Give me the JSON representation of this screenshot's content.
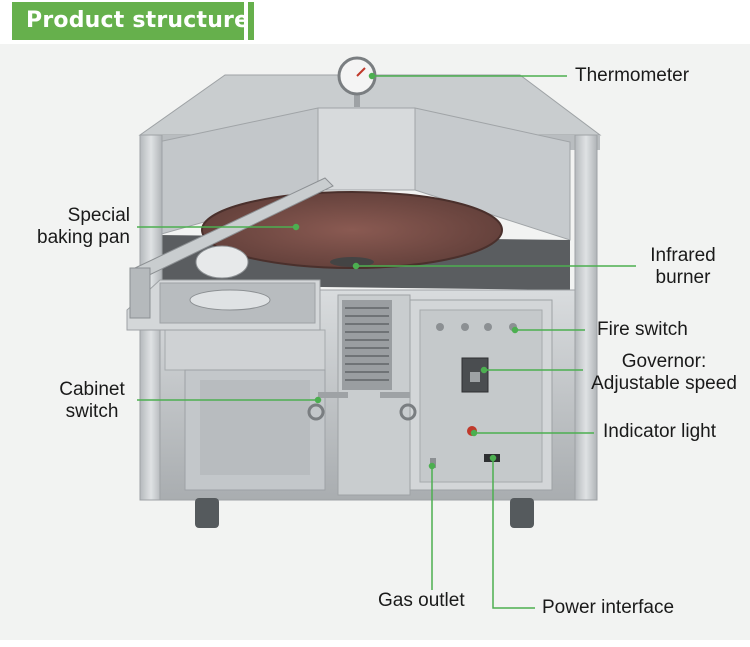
{
  "header": {
    "title": "Product structure"
  },
  "colors": {
    "accent": "#66b04c",
    "leader_line": "#4caf50",
    "steel": "#c7cbcd"
  },
  "labels": {
    "thermometer": "Thermometer",
    "special_baking_pan": {
      "line1": "Special",
      "line2": "baking pan"
    },
    "infrared_burner": {
      "line1": "Infrared",
      "line2": "burner"
    },
    "fire_switch": "Fire switch",
    "governor": {
      "line1": "Governor:",
      "line2": "Adjustable speed"
    },
    "indicator_light": "Indicator light",
    "cabinet_switch": {
      "line1": "Cabinet",
      "line2": "switch"
    },
    "gas_outlet": "Gas outlet",
    "power_interface": "Power interface"
  }
}
